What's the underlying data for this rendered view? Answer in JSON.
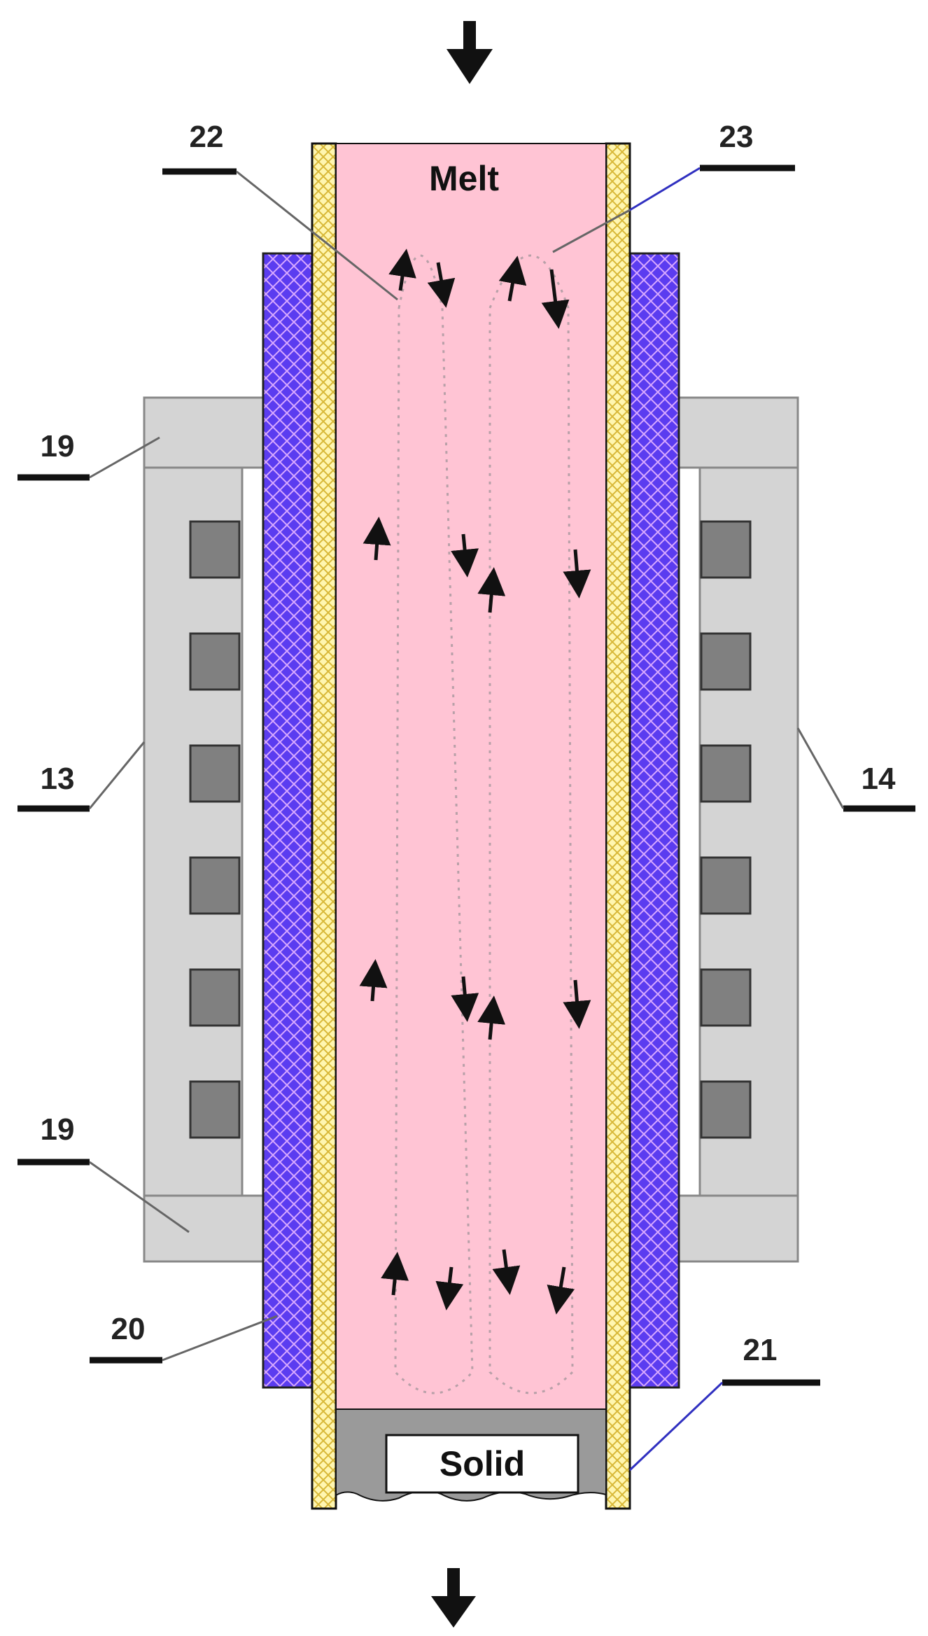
{
  "diagram": {
    "melt_label": "Melt",
    "solid_label": "Solid",
    "callouts": {
      "c22": "22",
      "c23": "23",
      "c19_top": "19",
      "c19_bottom": "19",
      "c13": "13",
      "c14": "14",
      "c20": "20",
      "c21": "21"
    },
    "colors": {
      "melt": "#ffc4d4",
      "crucible_liner": "#fff6b0",
      "liner_hatch": "#d8b838",
      "insulation": "#5b3cf0",
      "insulation_hatch": "#d8a8ff",
      "frame": "#d4d4d4",
      "coil_block": "#808080",
      "solid_ingot": "#9a9a9a",
      "outline": "#111111",
      "leader_blue": "#3030c0"
    }
  }
}
